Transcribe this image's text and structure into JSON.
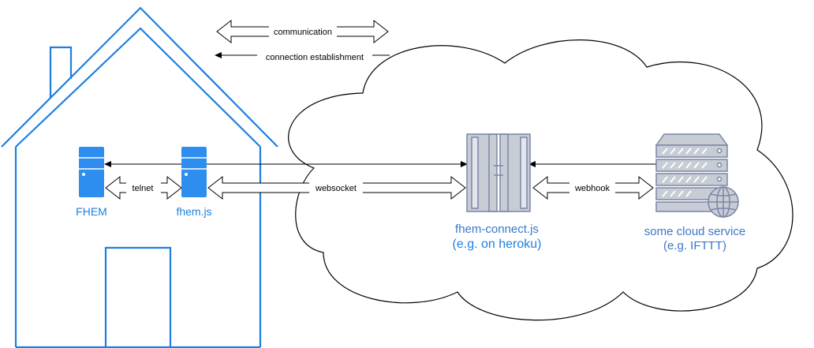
{
  "labels": {
    "communication": "communication",
    "connection_establishment": "connection establishment",
    "telnet": "telnet",
    "websocket": "websocket",
    "webhook": "webhook"
  },
  "nodes": {
    "fhem": "FHEM",
    "fhem_js": "fhem.js",
    "fhem_connect_line1": "fhem-connect.js",
    "fhem_connect_line2": "(e.g. on heroku)",
    "cloud_service_line1": "some cloud service",
    "cloud_service_line2": "(e.g. IFTTT)"
  },
  "colors": {
    "house_outline": "#1e7fe0",
    "server_blue": "#2d8ef0",
    "server_gray": "#c8ccd4",
    "server_gray_outline": "#7b86a8",
    "cloud_outline": "#000000",
    "arrow": "#000000"
  },
  "icons": {
    "fhem": "server-icon",
    "fhem_js": "server-icon",
    "fhem_connect": "server-rack-icon",
    "cloud_service": "cloud-server-globe-icon"
  }
}
